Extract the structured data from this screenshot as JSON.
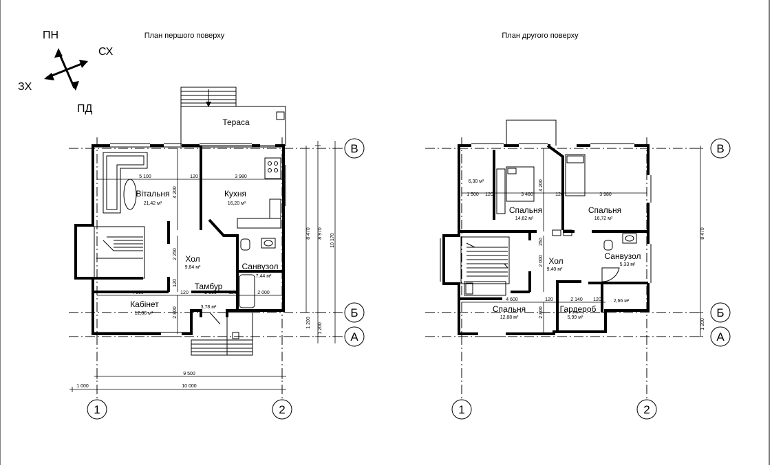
{
  "compass": {
    "n": "ПН",
    "e": "СХ",
    "w": "ЗХ",
    "s": "ПД"
  },
  "plans": {
    "first": {
      "title": "План першого поверху",
      "terrace": "Тераса",
      "rooms": {
        "living": {
          "name": "Вітальня",
          "area": "21,42 м²"
        },
        "kitchen": {
          "name": "Кухня",
          "area": "16,20 м²"
        },
        "hall": {
          "name": "Хол",
          "area": "9,84 м²"
        },
        "bath": {
          "name": "Санвузол",
          "area": "7,44 м²"
        },
        "vestibule": {
          "name": "Тамбур",
          "area": "3,78 м²"
        },
        "office": {
          "name": "Кабінет",
          "area": "12,88 м²"
        }
      },
      "dims": {
        "d5100": "5 100",
        "d120a": "120",
        "d3980": "3 980",
        "d4200": "4 200",
        "d2250": "2 250",
        "d120b": "120",
        "d4600": "4 600",
        "d120c": "120",
        "d2360": "2 360",
        "d120d": "120",
        "d2000": "2 000",
        "d2800": "2 800",
        "d8470": "8 470",
        "d8970": "8 970",
        "d10170": "10 170",
        "d1200a": "1 200",
        "d1200b": "1 200",
        "d9500": "9 500",
        "d1000": "1 000",
        "d10000": "10 000"
      },
      "axes": {
        "b": "В",
        "bb": "Б",
        "a": "А",
        "one": "1",
        "two": "2"
      }
    },
    "second": {
      "title": "План другого поверху",
      "rooms": {
        "closet": {
          "area": "6,30 м²"
        },
        "bed1": {
          "name": "Спальня",
          "area": "14,62 м²"
        },
        "bed2": {
          "name": "Спальня",
          "area": "16,72 м²"
        },
        "hall": {
          "name": "Хол",
          "area": "9,40 м²"
        },
        "bath": {
          "name": "Санвузол",
          "area": "5,33 м²"
        },
        "bed3": {
          "name": "Спальня",
          "area": "12,88 м²"
        },
        "wardrobe": {
          "name": "Гардероб",
          "area": "5,99 м²"
        },
        "small": {
          "area": "2,66 м²"
        }
      },
      "dims": {
        "d1500": "1 500",
        "d120a": "120",
        "d3480": "3 480",
        "d4200": "4 200",
        "d120b": "120",
        "d3980": "3 980",
        "d250": "250",
        "d2000": "2 000",
        "d4600": "4 600",
        "d120c": "120",
        "d2140": "2 140",
        "d120d": "120",
        "d2800": "2 800",
        "d8470": "8 470",
        "d1200": "1 200"
      },
      "axes": {
        "b": "В",
        "bb": "Б",
        "a": "А",
        "one": "1",
        "two": "2"
      }
    }
  }
}
